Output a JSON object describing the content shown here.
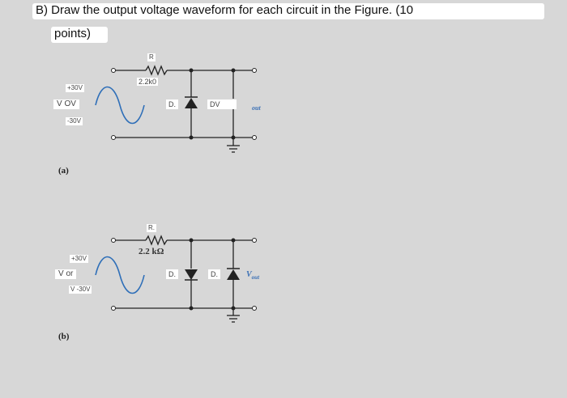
{
  "question": {
    "line1": "B) Draw the output voltage waveform for each circuit in the Figure. (10",
    "line2": "points)"
  },
  "circuit_a": {
    "resistor_label": "R",
    "resistor_value": "2.2k0",
    "vplus": "+30V",
    "v0": "V OV",
    "vminus": "-30V",
    "diode1": "D.",
    "diode2": "DV",
    "vout_fragment": "out",
    "caption": "(a)"
  },
  "circuit_b": {
    "resistor_label": "R.",
    "resistor_value": "2.2 kΩ",
    "vplus": "+30V",
    "v0": "V or",
    "vminus": "V -30V",
    "diode1": "D.",
    "diode2": "D.",
    "vout": "V",
    "vout_sub": "out",
    "caption": "(b)"
  },
  "colors": {
    "wire": "#222222",
    "sine": "#2f6fb8",
    "vout": "#3a6fb5"
  }
}
